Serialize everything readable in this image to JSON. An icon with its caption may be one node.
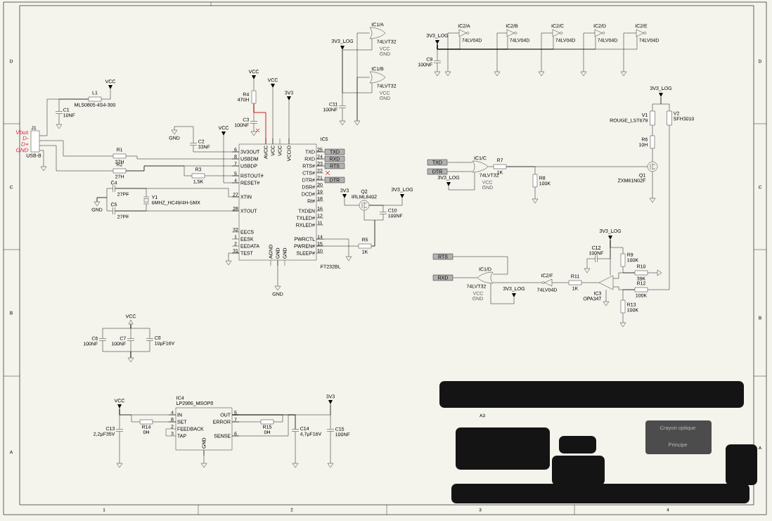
{
  "diagram": {
    "nodes": [
      {
        "text": [
          "J1",
          "USB-B"
        ],
        "beside": [
          "Vbus",
          "D-",
          "D+",
          "GND"
        ]
      },
      {
        "text": [
          "L1",
          "MLS0805-4S4-300"
        ]
      },
      {
        "text": [
          "VCC"
        ]
      },
      {
        "text": [
          "C1",
          "10NF"
        ]
      },
      {
        "text": [],
        "shape": "triangle"
      },
      {
        "text": [],
        "shape": "triangle"
      },
      {
        "text": [
          "R1",
          "27H"
        ]
      },
      {
        "text": [
          "R2",
          "27H"
        ]
      },
      {
        "text": [
          "R3",
          "1,5K"
        ]
      },
      {
        "text": [
          "C2",
          "33NF"
        ]
      },
      {
        "text": [
          "GND"
        ]
      },
      {
        "text": [
          "VCC"
        ]
      },
      {
        "text": [
          "C4",
          "27PF"
        ]
      },
      {
        "text": [
          "C5",
          "27PF"
        ]
      },
      {
        "text": [
          "GND"
        ]
      },
      {
        "text": [
          "Y1",
          "6MHZ_HC49/4H-SMX"
        ]
      },
      {
        "text": [
          "IC5",
          "FT232BL",
          "3V3OUT",
          "USBDM",
          "USBDP",
          "RSTOUT#",
          "RESET#",
          "XTIN",
          "XTOUT",
          "EECS",
          "EESK",
          "EEDATA",
          "TEST",
          "TXD",
          "RXD",
          "RTS#",
          "CTS#",
          "DTR#",
          "DSR#",
          "DCD#",
          "RI#",
          "TXDEN",
          "TXLED#",
          "RXLED#",
          "PWRCTL",
          "PWREN#",
          "SLEEP#",
          "AVCC",
          "VCC",
          "VCC",
          "VCCIO",
          "AGND",
          "GND",
          "GND",
          "6",
          "8",
          "7",
          "5",
          "4",
          "27",
          "28",
          "32",
          "1",
          "2",
          "31",
          "25",
          "24",
          "23",
          "22",
          "21",
          "20",
          "19",
          "18",
          "16",
          "12",
          "11",
          "14",
          "15",
          "10"
        ]
      },
      {
        "text": [
          "R4",
          "470H"
        ]
      },
      {
        "text": [
          "VCC"
        ]
      },
      {
        "text": [
          "C3",
          "100NF"
        ]
      },
      {
        "text": [],
        "shape": "triangle"
      },
      {
        "text": [
          "VCC"
        ]
      },
      {
        "text": [
          "3V3"
        ]
      },
      {
        "text": [
          "GND"
        ]
      },
      {
        "text": [],
        "shape": "triangle"
      },
      {
        "text": [],
        "shape": "triangle"
      },
      {
        "text": [
          "TXD"
        ]
      },
      {
        "text": [
          "RXD"
        ]
      },
      {
        "text": [
          "RTS"
        ]
      },
      {
        "text": [
          "DTR"
        ]
      },
      {
        "text": [
          "Q2",
          "IRLML6402"
        ]
      },
      {
        "text": [
          "3V3"
        ]
      },
      {
        "text": [
          "3V3_LOG"
        ]
      },
      {
        "text": [
          "C10",
          "100NF"
        ]
      },
      {
        "text": [
          "R5",
          "1K"
        ]
      },
      {
        "text": [
          "3V3_LOG"
        ]
      },
      {
        "text": [
          "IC1/A",
          "74LVT32",
          "VCC",
          "GND"
        ]
      },
      {
        "text": [
          "IC1/B",
          "74LVT32",
          "VCC",
          "GND"
        ]
      },
      {
        "text": [
          "C11",
          "100NF"
        ]
      },
      {
        "text": [],
        "shape": "triangle"
      },
      {
        "text": [],
        "shape": "triangle"
      },
      {
        "text": [
          "3V3_LOG"
        ]
      },
      {
        "text": [
          "C9",
          "100NF"
        ]
      },
      {
        "text": [],
        "shape": "triangle"
      },
      {
        "text": [],
        "shape": "triangle"
      },
      {
        "text": [
          "IC2/A",
          "74LV04D"
        ]
      },
      {
        "text": [
          "IC2/B",
          "74LV04D"
        ]
      },
      {
        "text": [
          "IC2/C",
          "74LV04D"
        ]
      },
      {
        "text": [
          "IC2/D",
          "74LV04D"
        ]
      },
      {
        "text": [
          "IC2/E",
          "74LV04D"
        ]
      },
      {
        "text": [],
        "shape": "triangle"
      },
      {
        "text": [],
        "shape": "triangle"
      },
      {
        "text": [],
        "shape": "triangle"
      },
      {
        "text": [],
        "shape": "triangle"
      },
      {
        "text": [
          "3V3_LOG"
        ]
      },
      {
        "text": [
          "V1",
          "ROUGE_LST679"
        ]
      },
      {
        "text": [
          "V2",
          "SFH3010"
        ]
      },
      {
        "text": [
          "R6",
          "10H"
        ]
      },
      {
        "text": [
          "Q1",
          "ZXM61N02F"
        ]
      },
      {
        "text": [],
        "shape": "triangle"
      },
      {
        "text": [
          "TXD"
        ]
      },
      {
        "text": [
          "DTR"
        ]
      },
      {
        "text": [
          "IC1/C",
          "74LVT32",
          "VCC",
          "GND"
        ]
      },
      {
        "text": [
          "3V3_LOG"
        ]
      },
      {
        "text": [
          "R7",
          "1K"
        ]
      },
      {
        "text": [
          "R8",
          "100K"
        ]
      },
      {
        "text": [],
        "shape": "triangle"
      },
      {
        "text": [
          "RTS"
        ]
      },
      {
        "text": [
          "RXD"
        ]
      },
      {
        "text": [
          "IC1/D",
          "74LVT32",
          "VCC",
          "GND"
        ]
      },
      {
        "text": [
          "3V3_LOG"
        ]
      },
      {
        "text": [
          "IC2/F",
          "74LV04D"
        ]
      },
      {
        "text": [
          "R11",
          "1K"
        ]
      },
      {
        "text": [
          "IC3",
          "OPA347"
        ]
      },
      {
        "text": [
          "3V3_LOG"
        ]
      },
      {
        "text": [
          "C12",
          "100NF"
        ]
      },
      {
        "text": [],
        "shape": "triangle"
      },
      {
        "text": [
          "R9",
          "100K"
        ]
      },
      {
        "text": [
          "R10",
          "39K"
        ]
      },
      {
        "text": [],
        "shape": "triangle"
      },
      {
        "text": [
          "R12",
          "100K"
        ]
      },
      {
        "text": [
          "R13",
          "100K"
        ]
      },
      {
        "text": [],
        "shape": "triangle"
      },
      {
        "text": [],
        "shape": "triangle"
      },
      {
        "text": [
          "VCC"
        ]
      },
      {
        "text": [
          "C6",
          "100NF"
        ]
      },
      {
        "text": [
          "C7",
          "100NF"
        ]
      },
      {
        "text": [
          "C8",
          "10µF16V"
        ]
      },
      {
        "text": [],
        "shape": "triangle"
      },
      {
        "text": [
          "VCC"
        ]
      },
      {
        "text": [
          "C13",
          "2,2µF35V"
        ]
      },
      {
        "text": [],
        "shape": "triangle"
      },
      {
        "text": [
          "R14",
          "0H"
        ]
      },
      {
        "text": [
          "IC4",
          "LP2986_MSOP8",
          "IN",
          "SET",
          "FEEDBACK",
          "TAP",
          "OUT",
          "ERROR",
          "SENSE",
          "GND",
          "4",
          "8",
          "2",
          "3",
          "5",
          "7",
          "6"
        ]
      },
      {
        "text": [],
        "shape": "triangle"
      },
      {
        "text": [
          "R15",
          "0H"
        ]
      },
      {
        "text": [
          "C14",
          "4,7µF16V"
        ]
      },
      {
        "text": [],
        "shape": "triangle"
      },
      {
        "text": [
          "3V3"
        ]
      },
      {
        "text": [
          "C15",
          "100NF"
        ]
      },
      {
        "text": [],
        "shape": "triangle"
      }
    ],
    "edges": [
      {
        "from": 0,
        "to": 1,
        "arrow": "none"
      },
      {
        "from": 1,
        "to": 2,
        "arrow": "none"
      },
      {
        "from": 3,
        "to": 1,
        "arrow": "none"
      },
      {
        "from": 3,
        "to": 4,
        "arrow": "none"
      },
      {
        "from": 0,
        "to": 5,
        "arrow": "none"
      },
      {
        "from": 0,
        "to": 6,
        "arrow": "none"
      },
      {
        "from": 0,
        "to": 7,
        "arrow": "none"
      },
      {
        "from": 6,
        "to": 16,
        "arrow": "none"
      },
      {
        "from": 7,
        "to": 16,
        "arrow": "none"
      },
      {
        "from": 7,
        "to": 8,
        "arrow": "none"
      },
      {
        "from": 8,
        "to": 16,
        "arrow": "none"
      },
      {
        "from": 9,
        "to": 10,
        "arrow": "none"
      },
      {
        "from": 9,
        "to": 16,
        "arrow": "none"
      },
      {
        "from": 11,
        "to": 16,
        "arrow": "none"
      },
      {
        "from": 12,
        "to": 14,
        "arrow": "none"
      },
      {
        "from": 13,
        "to": 14,
        "arrow": "none"
      },
      {
        "from": 12,
        "to": 15,
        "arrow": "none"
      },
      {
        "from": 13,
        "to": 15,
        "arrow": "none"
      },
      {
        "from": 12,
        "to": 16,
        "arrow": "none"
      },
      {
        "from": 13,
        "to": 16,
        "arrow": "none"
      },
      {
        "from": 18,
        "to": 17,
        "arrow": "none"
      },
      {
        "from": 17,
        "to": 19,
        "arrow": "none"
      },
      {
        "from": 19,
        "to": 20,
        "arrow": "none"
      },
      {
        "from": 17,
        "to": 16,
        "arrow": "none",
        "color": "#cc1f1f"
      },
      {
        "from": 21,
        "to": 16,
        "arrow": "none"
      },
      {
        "from": 22,
        "to": 16,
        "arrow": "none"
      },
      {
        "from": 16,
        "to": 23,
        "arrow": "none"
      },
      {
        "from": 16,
        "to": 24,
        "arrow": "none"
      },
      {
        "from": 16,
        "to": 25,
        "arrow": "none"
      },
      {
        "from": 16,
        "to": 26,
        "arrow": "none"
      },
      {
        "from": 16,
        "to": 27,
        "arrow": "none"
      },
      {
        "from": 16,
        "to": 28,
        "arrow": "none"
      },
      {
        "from": 16,
        "to": 29,
        "arrow": "none"
      },
      {
        "from": 16,
        "to": 34,
        "arrow": "none"
      },
      {
        "from": 31,
        "to": 30,
        "arrow": "none"
      },
      {
        "from": 30,
        "to": 32,
        "arrow": "none"
      },
      {
        "from": 30,
        "to": 33,
        "arrow": "none"
      },
      {
        "from": 34,
        "to": 30,
        "arrow": "none"
      },
      {
        "from": 33,
        "to": 34,
        "arrow": "none"
      },
      {
        "from": 35,
        "to": 36,
        "arrow": "none"
      },
      {
        "from": 35,
        "to": 37,
        "arrow": "none"
      },
      {
        "from": 35,
        "to": 38,
        "arrow": "none"
      },
      {
        "from": 38,
        "to": 39,
        "arrow": "none"
      },
      {
        "from": 36,
        "to": 40,
        "arrow": "none"
      },
      {
        "from": 37,
        "to": 40,
        "arrow": "none"
      },
      {
        "from": 41,
        "to": 42,
        "arrow": "none"
      },
      {
        "from": 42,
        "to": 43,
        "arrow": "none"
      },
      {
        "from": 41,
        "to": 45,
        "arrow": "none"
      },
      {
        "from": 41,
        "to": 46,
        "arrow": "none"
      },
      {
        "from": 41,
        "to": 47,
        "arrow": "none"
      },
      {
        "from": 41,
        "to": 48,
        "arrow": "none"
      },
      {
        "from": 41,
        "to": 49,
        "arrow": "none"
      },
      {
        "from": 45,
        "to": 44,
        "arrow": "none"
      },
      {
        "from": 46,
        "to": 50,
        "arrow": "none"
      },
      {
        "from": 47,
        "to": 51,
        "arrow": "none"
      },
      {
        "from": 48,
        "to": 52,
        "arrow": "none"
      },
      {
        "from": 49,
        "to": 53,
        "arrow": "none"
      },
      {
        "from": 54,
        "to": 55,
        "arrow": "none"
      },
      {
        "from": 54,
        "to": 56,
        "arrow": "none"
      },
      {
        "from": 55,
        "to": 57,
        "arrow": "none"
      },
      {
        "from": 57,
        "to": 58,
        "arrow": "none"
      },
      {
        "from": 58,
        "to": 59,
        "arrow": "none"
      },
      {
        "from": 56,
        "to": 80,
        "arrow": "none"
      },
      {
        "from": 60,
        "to": 62,
        "arrow": "none"
      },
      {
        "from": 61,
        "to": 62,
        "arrow": "none"
      },
      {
        "from": 63,
        "to": 62,
        "arrow": "none"
      },
      {
        "from": 62,
        "to": 64,
        "arrow": "none"
      },
      {
        "from": 64,
        "to": 58,
        "arrow": "none"
      },
      {
        "from": 65,
        "to": 64,
        "arrow": "none"
      },
      {
        "from": 65,
        "to": 66,
        "arrow": "none"
      },
      {
        "from": 68,
        "to": 69,
        "arrow": "none"
      },
      {
        "from": 67,
        "to": 69,
        "arrow": "none"
      },
      {
        "from": 70,
        "to": 69,
        "arrow": "none"
      },
      {
        "from": 71,
        "to": 69,
        "arrow": "none"
      },
      {
        "from": 72,
        "to": 71,
        "arrow": "none"
      },
      {
        "from": 73,
        "to": 72,
        "arrow": "none"
      },
      {
        "from": 74,
        "to": 73,
        "arrow": "none"
      },
      {
        "from": 75,
        "to": 74,
        "arrow": "none"
      },
      {
        "from": 75,
        "to": 76,
        "arrow": "none"
      },
      {
        "from": 77,
        "to": 74,
        "arrow": "none"
      },
      {
        "from": 77,
        "to": 78,
        "arrow": "none"
      },
      {
        "from": 73,
        "to": 78,
        "arrow": "none"
      },
      {
        "from": 73,
        "to": 80,
        "arrow": "none"
      },
      {
        "from": 78,
        "to": 79,
        "arrow": "none"
      },
      {
        "from": 81,
        "to": 80,
        "arrow": "none"
      },
      {
        "from": 73,
        "to": 82,
        "arrow": "none"
      },
      {
        "from": 81,
        "to": 83,
        "arrow": "none"
      },
      {
        "from": 84,
        "to": 85,
        "arrow": "none"
      },
      {
        "from": 84,
        "to": 86,
        "arrow": "none"
      },
      {
        "from": 84,
        "to": 87,
        "arrow": "none"
      },
      {
        "from": 85,
        "to": 88,
        "arrow": "none"
      },
      {
        "from": 86,
        "to": 88,
        "arrow": "none"
      },
      {
        "from": 87,
        "to": 88,
        "arrow": "none"
      },
      {
        "from": 89,
        "to": 90,
        "arrow": "none"
      },
      {
        "from": 89,
        "to": 93,
        "arrow": "none"
      },
      {
        "from": 90,
        "to": 91,
        "arrow": "none"
      },
      {
        "from": 92,
        "to": 93,
        "arrow": "none"
      },
      {
        "from": 92,
        "to": 89,
        "arrow": "none"
      },
      {
        "from": 94,
        "to": 93,
        "arrow": "none"
      },
      {
        "from": 95,
        "to": 93,
        "arrow": "none"
      },
      {
        "from": 95,
        "to": 93,
        "arrow": "none"
      },
      {
        "from": 98,
        "to": 93,
        "arrow": "none"
      },
      {
        "from": 96,
        "to": 93,
        "arrow": "none"
      },
      {
        "from": 93,
        "to": 96,
        "arrow": "none"
      },
      {
        "from": 96,
        "to": 97,
        "arrow": "none"
      },
      {
        "from": 98,
        "to": 99,
        "arrow": "none"
      },
      {
        "from": 99,
        "to": 100,
        "arrow": "none"
      }
    ],
    "labels": [
      "D",
      "C",
      "B",
      "A",
      "D",
      "C",
      "B",
      "A",
      "1",
      "2",
      "3",
      "4",
      "A3",
      "Crayon optique",
      "Principe"
    ]
  }
}
